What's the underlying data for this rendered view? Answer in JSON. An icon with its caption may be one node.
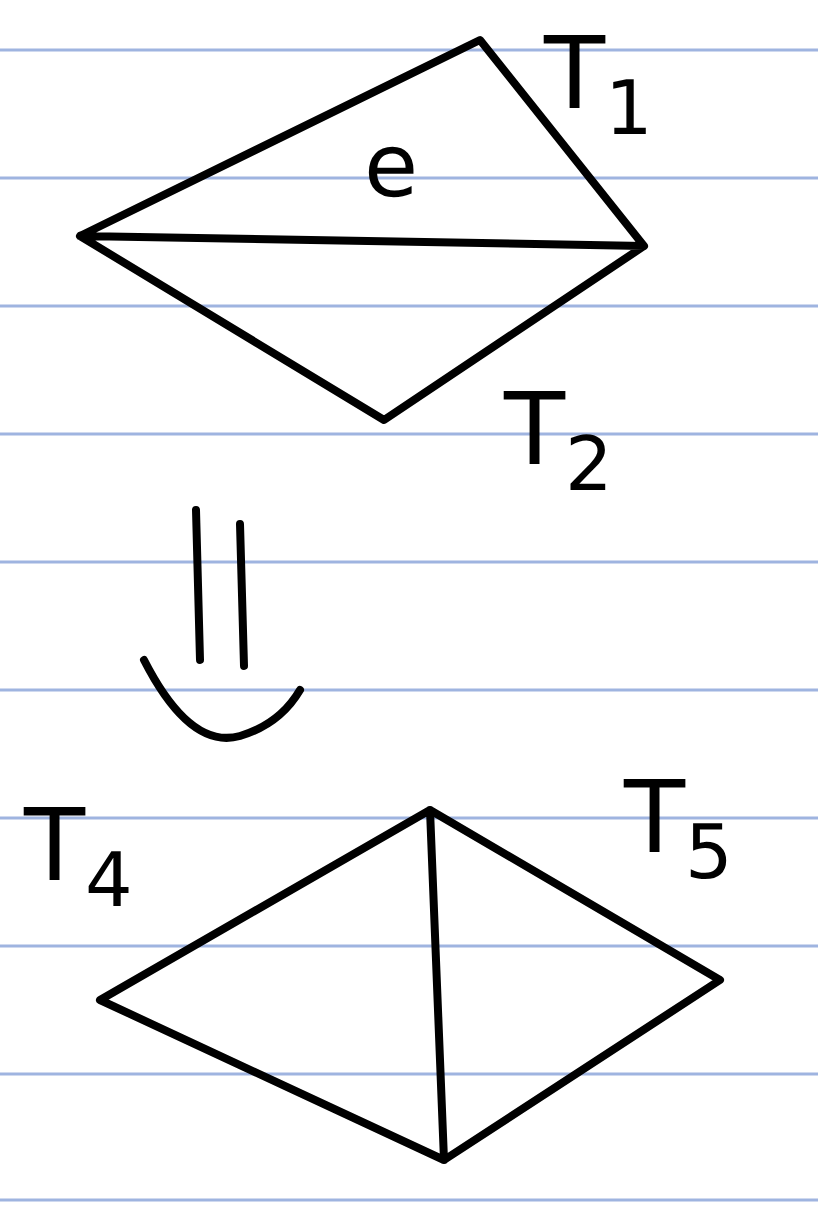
{
  "diagram": {
    "labels": [
      "T$_{1}$",
      "e",
      "T$_{2}$",
      "T$_{4}$",
      "T$_{5}$"
    ]
  }
}
